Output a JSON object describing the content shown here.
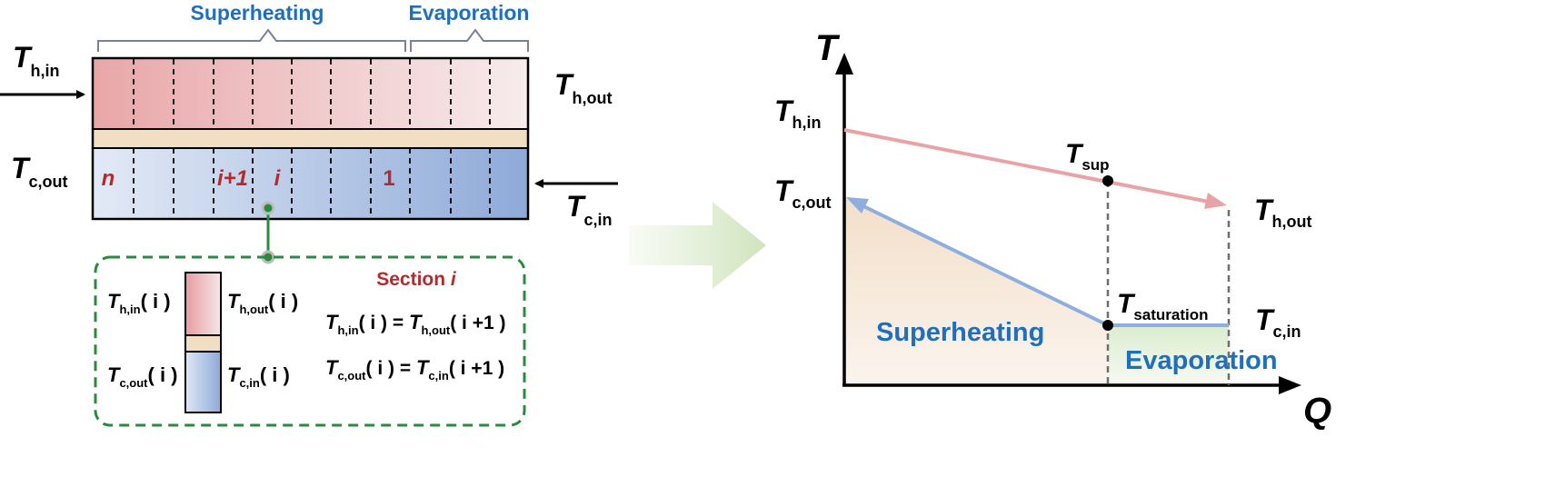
{
  "hx": {
    "top_labels": {
      "superheating": "Superheating",
      "evaporation": "Evaporation"
    },
    "hot_in": {
      "main": "T",
      "sub": "h,in"
    },
    "hot_out": {
      "main": "T",
      "sub": "h,out"
    },
    "cold_out": {
      "main": "T",
      "sub": "c,out"
    },
    "cold_in": {
      "main": "T",
      "sub": "c,in"
    },
    "cells": {
      "n": "n",
      "i_plus_1": "i+1",
      "i": "i",
      "one": "1"
    }
  },
  "section": {
    "title_prefix": "Section",
    "title_var": "i",
    "hot_in": {
      "main": "T",
      "sub": "h,in",
      "arg": "( i )"
    },
    "hot_out": {
      "main": "T",
      "sub": "h,out",
      "arg": "( i )"
    },
    "cold_out": {
      "main": "T",
      "sub": "c,out",
      "arg": "( i )"
    },
    "cold_in": {
      "main": "T",
      "sub": "c,in",
      "arg": "( i )"
    },
    "eq1": {
      "lhs_main": "T",
      "lhs_sub": "h,in",
      "lhs_arg": "( i )",
      "eq": " = ",
      "rhs_main": "T",
      "rhs_sub": "h,out",
      "rhs_arg": "( i +1 )"
    },
    "eq2": {
      "lhs_main": "T",
      "lhs_sub": "c,out",
      "lhs_arg": "( i )",
      "eq": " = ",
      "rhs_main": "T",
      "rhs_sub": "c,in",
      "rhs_arg": "( i +1 )"
    }
  },
  "graph": {
    "y_axis": "T",
    "x_axis": "Q",
    "t_h_in": {
      "main": "T",
      "sub": "h,in"
    },
    "t_c_out": {
      "main": "T",
      "sub": "c,out"
    },
    "t_sup": {
      "main": "T",
      "sub": "sup"
    },
    "t_h_out": {
      "main": "T",
      "sub": "h,out"
    },
    "t_saturation": {
      "main": "T",
      "sub": "saturation"
    },
    "t_c_in": {
      "main": "T",
      "sub": "c,in"
    },
    "region_superheating": "Superheating",
    "region_evaporation": "Evaporation"
  },
  "colors": {
    "blue_text": "#1f6fbf",
    "red_text": "#b52a2a",
    "hot_line": "#e8a3a6",
    "cold_line": "#8eaedd",
    "green_dash": "#2b8a3e"
  }
}
